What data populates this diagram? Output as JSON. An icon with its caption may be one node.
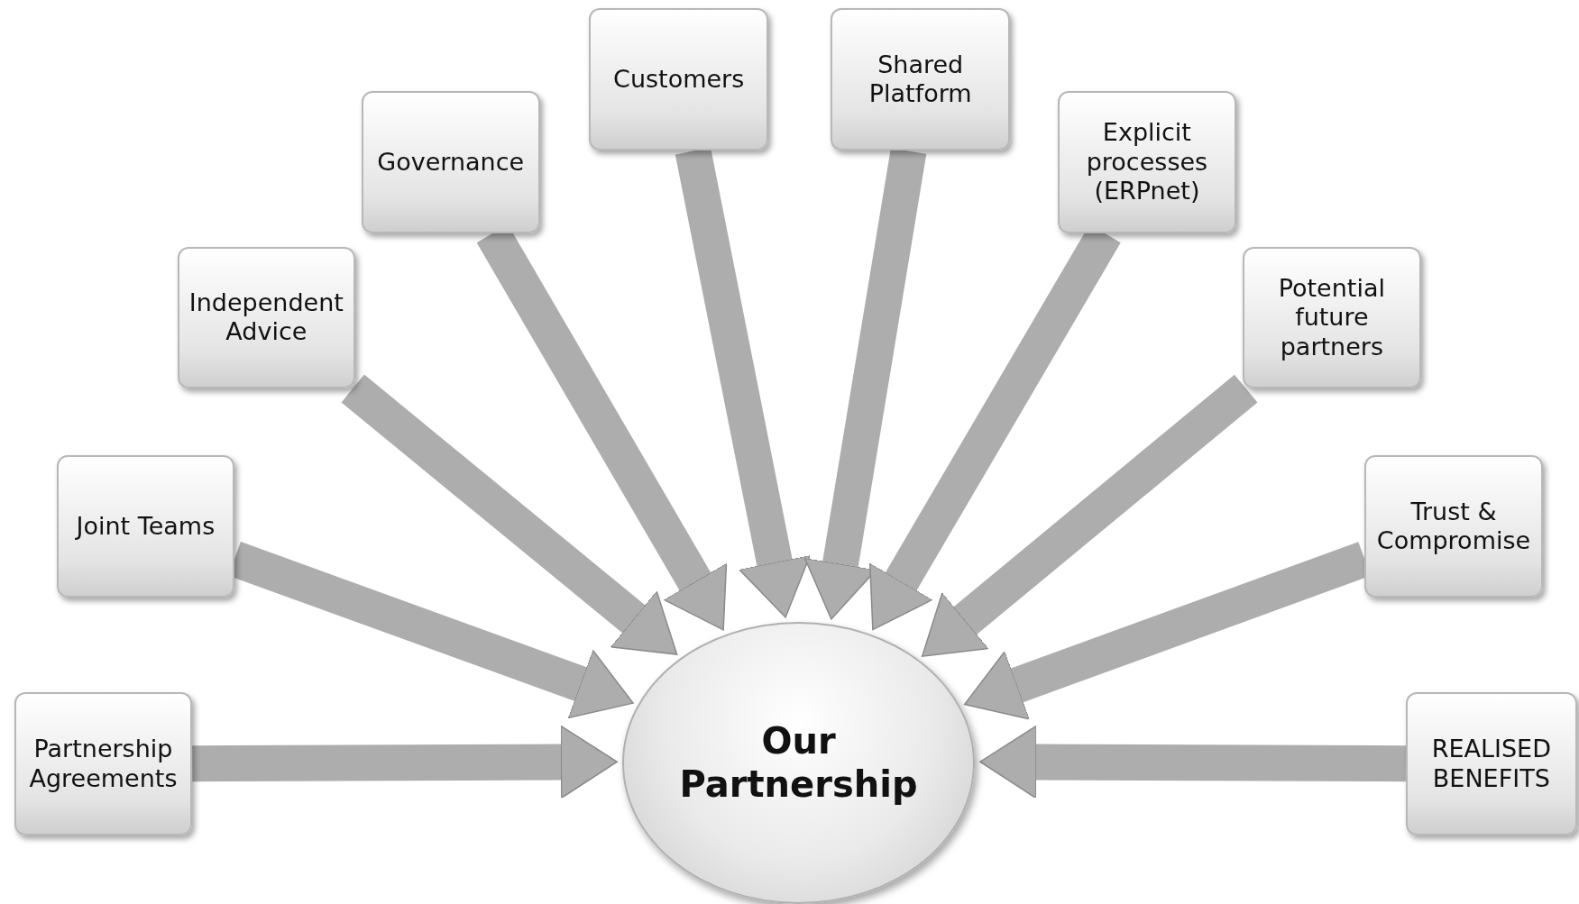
{
  "diagram": {
    "nodes": [
      {
        "text": [
          "Partnership Agreements"
        ]
      },
      {
        "text": [
          "Joint Teams"
        ]
      },
      {
        "text": [
          "Independent Advice"
        ]
      },
      {
        "text": [
          "Governance"
        ]
      },
      {
        "text": [
          "Customers"
        ]
      },
      {
        "text": [
          "Shared Platform"
        ]
      },
      {
        "text": [
          "Explicit processes (ERPnet)"
        ]
      },
      {
        "text": [
          "Potential future partners"
        ]
      },
      {
        "text": [
          "Trust & Compromise"
        ]
      },
      {
        "text": [
          "REALISED BENEFITS"
        ]
      },
      {
        "text": [
          "Our Partnership"
        ]
      }
    ],
    "edges": [
      {
        "from": 0,
        "to": 10,
        "arrow": "to"
      },
      {
        "from": 1,
        "to": 10,
        "arrow": "to"
      },
      {
        "from": 2,
        "to": 10,
        "arrow": "to"
      },
      {
        "from": 3,
        "to": 10,
        "arrow": "to"
      },
      {
        "from": 4,
        "to": 10,
        "arrow": "to"
      },
      {
        "from": 5,
        "to": 10,
        "arrow": "to"
      },
      {
        "from": 6,
        "to": 10,
        "arrow": "to"
      },
      {
        "from": 7,
        "to": 10,
        "arrow": "to"
      },
      {
        "from": 8,
        "to": 10,
        "arrow": "to"
      },
      {
        "from": 9,
        "to": 10,
        "arrow": "to"
      }
    ]
  }
}
